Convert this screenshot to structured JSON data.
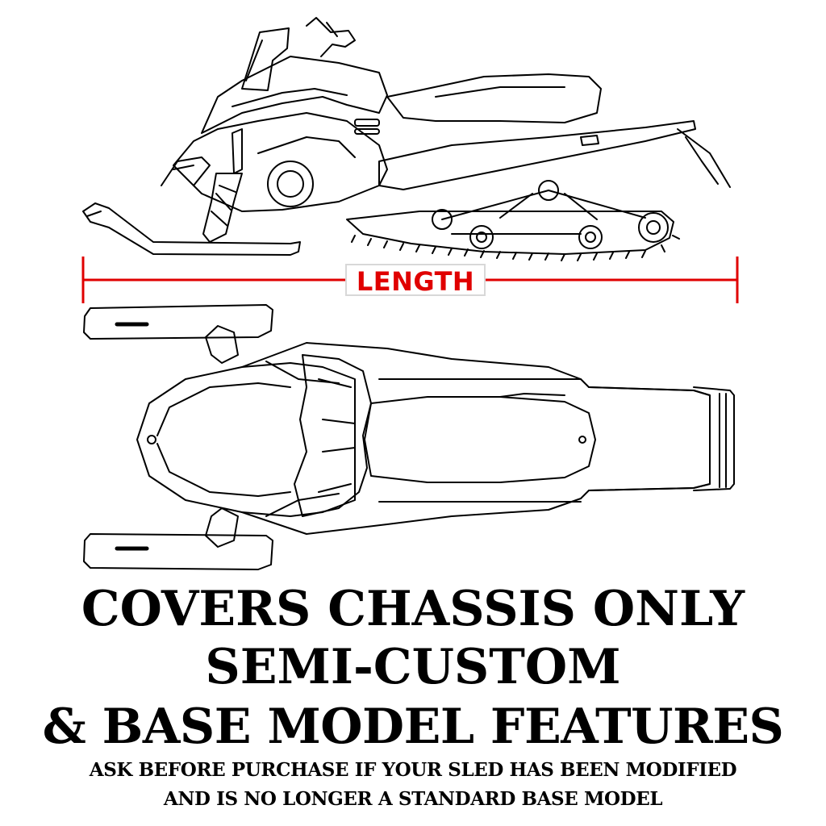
{
  "dimension": {
    "label": "LENGTH",
    "color": "#e00000"
  },
  "headline": {
    "line1": "COVERS CHASSIS ONLY",
    "line2": "SEMI-CUSTOM",
    "line3": "& BASE MODEL FEATURES"
  },
  "note": {
    "line1": "ASK BEFORE PURCHASE IF YOUR SLED HAS BEEN MODIFIED",
    "line2": "AND IS NO LONGER A STANDARD BASE MODEL"
  }
}
